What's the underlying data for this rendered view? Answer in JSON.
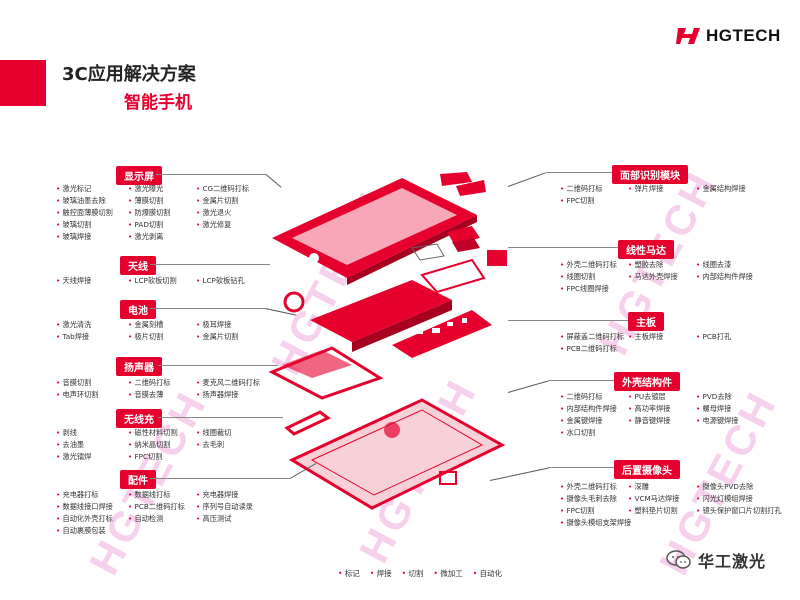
{
  "brand": {
    "name": "HGTECH",
    "colors": {
      "accent": "#e6002d",
      "watermark": "#e678c8"
    }
  },
  "header": {
    "title": "3C应用解决方案",
    "subtitle": "智能手机"
  },
  "watermark": "HGTECH",
  "sections": {
    "display": {
      "label": "显示屏",
      "items": [
        "激光标记",
        "激光曝光",
        "CG二维码打标",
        "玻璃油墨去除",
        "薄膜切割",
        "金属片切割",
        "触控面薄膜切割",
        "防爆膜切割",
        "激光退火",
        "玻璃切割",
        "PAD切割",
        "激光修复",
        "玻璃焊接",
        "激光剥离"
      ]
    },
    "antenna": {
      "label": "天线",
      "items": [
        "天线焊接",
        "LCP软板切割",
        "LCP软板钻孔"
      ]
    },
    "battery": {
      "label": "电池",
      "items": [
        "激光清洗",
        "金属刻槽",
        "极耳焊接",
        "Tab焊接",
        "极片切割",
        "金属片切割"
      ]
    },
    "speaker": {
      "label": "扬声器",
      "items": [
        "音膜切割",
        "二维码打标",
        "麦克风二维码打标",
        "电声环切割",
        "音膜去薄",
        "扬声器焊接"
      ]
    },
    "wireless": {
      "label": "无线充",
      "items": [
        "剥线",
        "磁性材料切割",
        "线圈裁切",
        "去油墨",
        "纳米晶切割",
        "去毛刺",
        "激光镭焊",
        "FPC切割"
      ]
    },
    "accessories": {
      "label": "配件",
      "items": [
        "充电器打标",
        "数据线打标",
        "充电器焊接",
        "数据线接口焊接",
        "PCB二维码打标",
        "序列号自动读录",
        "自动化外壳打标",
        "自动检测",
        "高压测试",
        "自动裹膜包装"
      ]
    },
    "face_id": {
      "label": "面部识别模块",
      "items": [
        "二维码打标",
        "弹片焊接",
        "金属结构焊接",
        "FPC切割"
      ]
    },
    "motor": {
      "label": "线性马达",
      "items": [
        "外壳二维码打标",
        "塑胶去除",
        "线圈去漆",
        "线圈切割",
        "马达外壳焊接",
        "内部结构件焊接",
        "FPC线圈焊接"
      ]
    },
    "mainboard": {
      "label": "主板",
      "items": [
        "屏蔽盖二维码打标",
        "主板焊接",
        "PCB打孔",
        "PCB二维码打标"
      ]
    },
    "housing": {
      "label": "外壳结构件",
      "items": [
        "二维码打标",
        "PU去镀层",
        "PVD去除",
        "内部结构件焊接",
        "高功率焊接",
        "螺母焊接",
        "金属键焊接",
        "静音键焊接",
        "电源键焊接",
        "水口切割"
      ]
    },
    "camera": {
      "label": "后置摄像头",
      "items": [
        "外壳二维码打标",
        "深雕",
        "摄像头PVD去除",
        "摄像头毛刺去除",
        "VCM马达焊接",
        "闪光灯模组焊接",
        "FPC切割",
        "塑料垫片切割",
        "镜头保护窗口片切割打孔",
        "摄像头模组支架焊接"
      ]
    }
  },
  "legend": [
    "标记",
    "焊接",
    "切割",
    "微加工",
    "自动化"
  ],
  "footer": {
    "account": "华工激光"
  }
}
